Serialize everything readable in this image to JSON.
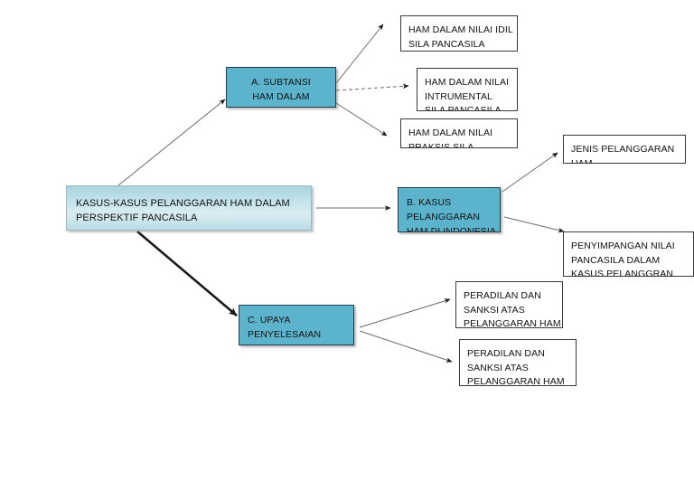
{
  "diagram": {
    "title": "KASUS-KASUS PELANGGARAN HAM DALAM PERSPEKTIF PANCASILA",
    "root": {
      "label": "KASUS-KASUS PELANGGARAN HAM DALAM\nPERSPEKTIF PANCASILA"
    },
    "sections": [
      {
        "id": "a",
        "label": "A.   SUBTANSI\n     HAM DALAM\n     PANCASILA"
      },
      {
        "id": "b",
        "label": "B. KASUS\nPELANGGARAN\nHAM DI INDONESIA"
      },
      {
        "id": "c",
        "label": "C. UPAYA\nPENYELESAIAN\nKASUS"
      }
    ],
    "leaves": [
      {
        "id": "a1",
        "label": "HAM DALAM NILAI IDIL\nSILA PANCASILA"
      },
      {
        "id": "a2",
        "label": "HAM DALAM NILAI\nINTRUMENTAL\nSILA  PANCASILA"
      },
      {
        "id": "a3",
        "label": "HAM DALAM NILAI\nPRAKSIS  SILA"
      },
      {
        "id": "b1",
        "label": "JENIS PELANGGARAN\nHAM"
      },
      {
        "id": "b2",
        "label": "PENYIMPANGAN NILAI\nPANCASILA DALAM\nKASUS PELANGGRAN"
      },
      {
        "id": "c1",
        "label": "PERADILAN DAN\nSANKSI ATAS\nPELANGGARAN HAM\nDI INDONESIA"
      },
      {
        "id": "c2",
        "label": "PERADILAN DAN\nSANKSI ATAS\nPELANGGARAN HAM\nINTERNASIONAL"
      }
    ],
    "colors": {
      "section_fill": "#5cb3cc",
      "section_border": "#1f3c50",
      "root_fill": "#bfe0e8",
      "leaf_fill": "#ffffff",
      "leaf_border": "#3a3a3a",
      "edge": "#555555"
    },
    "edges": [
      {
        "from": "root",
        "to": "a",
        "style": "solid"
      },
      {
        "from": "root",
        "to": "b",
        "style": "solid"
      },
      {
        "from": "root",
        "to": "c",
        "style": "thick"
      },
      {
        "from": "a",
        "to": "a1",
        "style": "solid"
      },
      {
        "from": "a",
        "to": "a2",
        "style": "dashed"
      },
      {
        "from": "a",
        "to": "a3",
        "style": "solid"
      },
      {
        "from": "b",
        "to": "b1",
        "style": "solid"
      },
      {
        "from": "b",
        "to": "b2",
        "style": "solid"
      },
      {
        "from": "c",
        "to": "c1",
        "style": "solid"
      },
      {
        "from": "c",
        "to": "c2",
        "style": "solid"
      }
    ]
  }
}
